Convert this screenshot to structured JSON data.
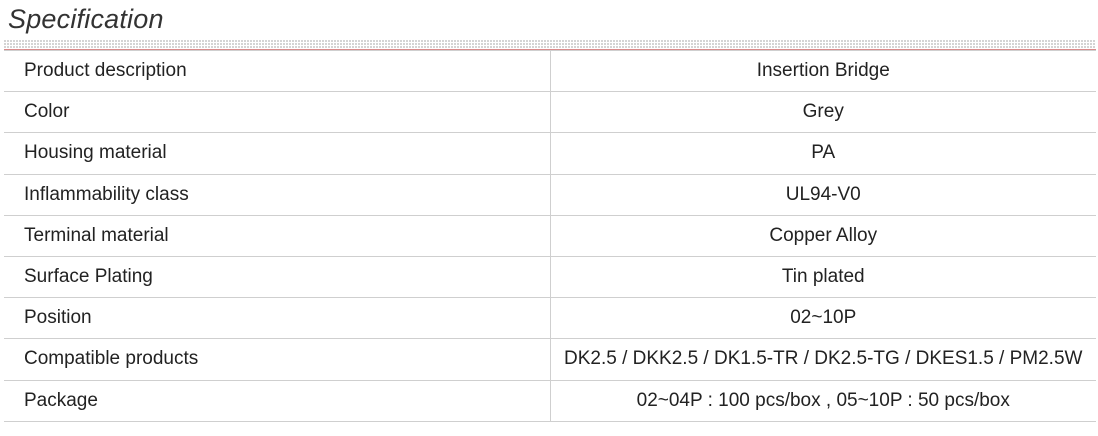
{
  "page": {
    "title": "Specification"
  },
  "spec": {
    "rows": [
      {
        "label": "Product description",
        "value": "Insertion Bridge"
      },
      {
        "label": "Color",
        "value": "Grey"
      },
      {
        "label": "Housing material",
        "value": "PA"
      },
      {
        "label": "Inflammability class",
        "value": "UL94-V0"
      },
      {
        "label": "Terminal material",
        "value": "Copper Alloy"
      },
      {
        "label": "Surface Plating",
        "value": "Tin plated"
      },
      {
        "label": "Position",
        "value": "02~10P"
      },
      {
        "label": "Compatible products",
        "value": "DK2.5 / DKK2.5 / DK1.5-TR / DK2.5-TG / DKES1.5 / PM2.5W"
      },
      {
        "label": "Package",
        "value": "02~04P : 100 pcs/box , 05~10P : 50 pcs/box"
      }
    ]
  }
}
